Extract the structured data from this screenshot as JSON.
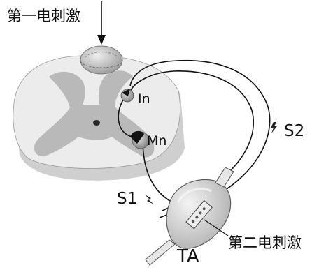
{
  "labels": {
    "first_stimulation": "第一电刺激",
    "interneuron": "In",
    "motor_neuron": "Mn",
    "s1": "S1",
    "s2": "S2",
    "muscle": "TA",
    "second_stimulation": "第二电刺激"
  },
  "colors": {
    "outline": "#111111",
    "spinal_cord_white_matter": "#ececec",
    "spinal_cord_gray_matter": "#b9b9b9",
    "spinal_cord_side": "#cfcfcf",
    "muscle_fill": "#d6d6d6",
    "neuron_body": "#1a1a1a"
  },
  "icons": [
    "arrow-down-icon",
    "lightning-icon",
    "electrode-icon"
  ]
}
